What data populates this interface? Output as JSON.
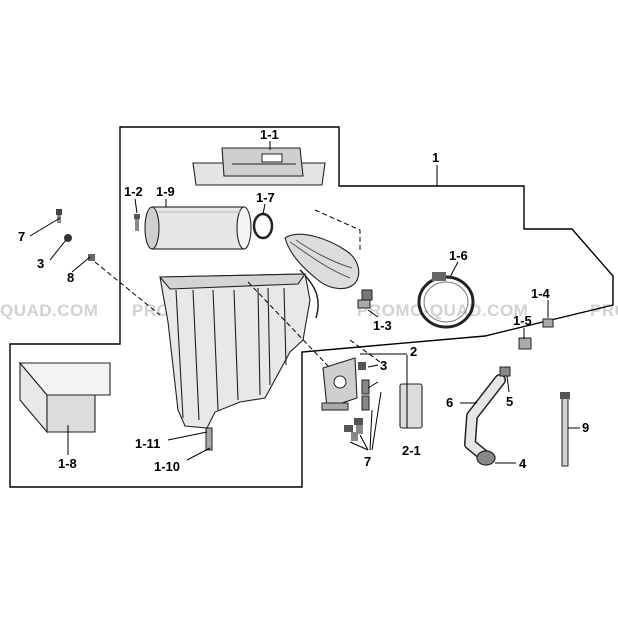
{
  "watermark": {
    "left": "QUAD.COM",
    "center_left": "PROMO-QUAD.COM",
    "center_right": "PROMO-QUAD.COM",
    "right": "PRO"
  },
  "callouts": {
    "c1": "1",
    "c1_1": "1-1",
    "c1_2": "1-2",
    "c1_3": "1-3",
    "c1_4": "1-4",
    "c1_5": "1-5",
    "c1_6": "1-6",
    "c1_7": "1-7",
    "c1_8": "1-8",
    "c1_9": "1-9",
    "c1_10": "1-10",
    "c1_11": "1-11",
    "c2": "2",
    "c2_1": "2-1",
    "c3a": "3",
    "c3b": "3",
    "c4": "4",
    "c5": "5",
    "c6": "6",
    "c7a": "7",
    "c7b": "7",
    "c8": "8",
    "c9": "9"
  },
  "colors": {
    "line": "#000000",
    "part_fill": "#e4e4e4",
    "part_dark": "#8a8a8a",
    "watermark": "#d2d2d2"
  }
}
